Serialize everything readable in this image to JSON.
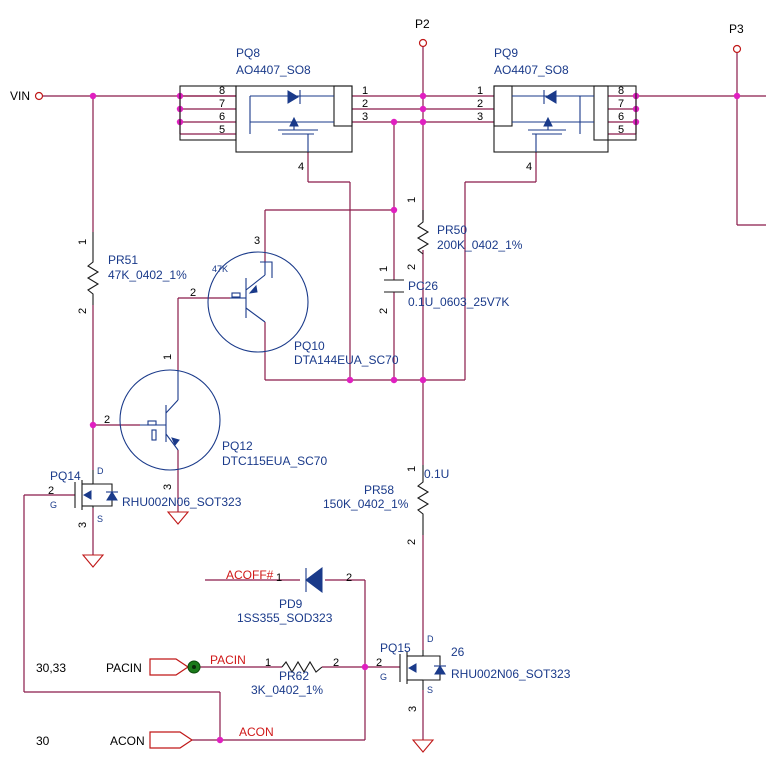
{
  "nets": {
    "vin": "VIN",
    "p2": "P2",
    "p3": "P3",
    "acoff": "ACOFF#",
    "pacin": "PACIN",
    "acon": "ACON",
    "pacin_port": "PACIN",
    "acon_port": "ACON",
    "ref_pacin": "30,33",
    "ref_acon": "30"
  },
  "components": {
    "pq8": {
      "ref": "PQ8",
      "value": "AO4407_SO8"
    },
    "pq9": {
      "ref": "PQ9",
      "value": "AO4407_SO8"
    },
    "pr51": {
      "ref": "PR51",
      "value": "47K_0402_1%"
    },
    "pr50": {
      "ref": "PR50",
      "value": "200K_0402_1%"
    },
    "pc26": {
      "ref": "PC26",
      "value": "0.1U_0603_25V7K"
    },
    "pq10": {
      "ref": "PQ10",
      "value": "DTA144EUA_SC70",
      "inner": "47K"
    },
    "pq12": {
      "ref": "PQ12",
      "value": "DTC115EUA_SC70"
    },
    "pq14": {
      "ref": "PQ14",
      "value": "RHU002N06_SOT323"
    },
    "pr58": {
      "ref": "PR58",
      "value": "150K_0402_1%",
      "note": "0.1U"
    },
    "pd9": {
      "ref": "PD9",
      "value": "1SS355_SOD323"
    },
    "pr62": {
      "ref": "PR62",
      "value": "3K_0402_1%"
    },
    "pq15": {
      "ref": "PQ15",
      "value": "RHU002N06_SOT323",
      "note": "26"
    }
  },
  "pins": {
    "n1": "1",
    "n2": "2",
    "n3": "3",
    "n4": "4",
    "n5": "5",
    "n6": "6",
    "n7": "7",
    "n8": "8",
    "d": "D",
    "g": "G",
    "s": "S"
  }
}
